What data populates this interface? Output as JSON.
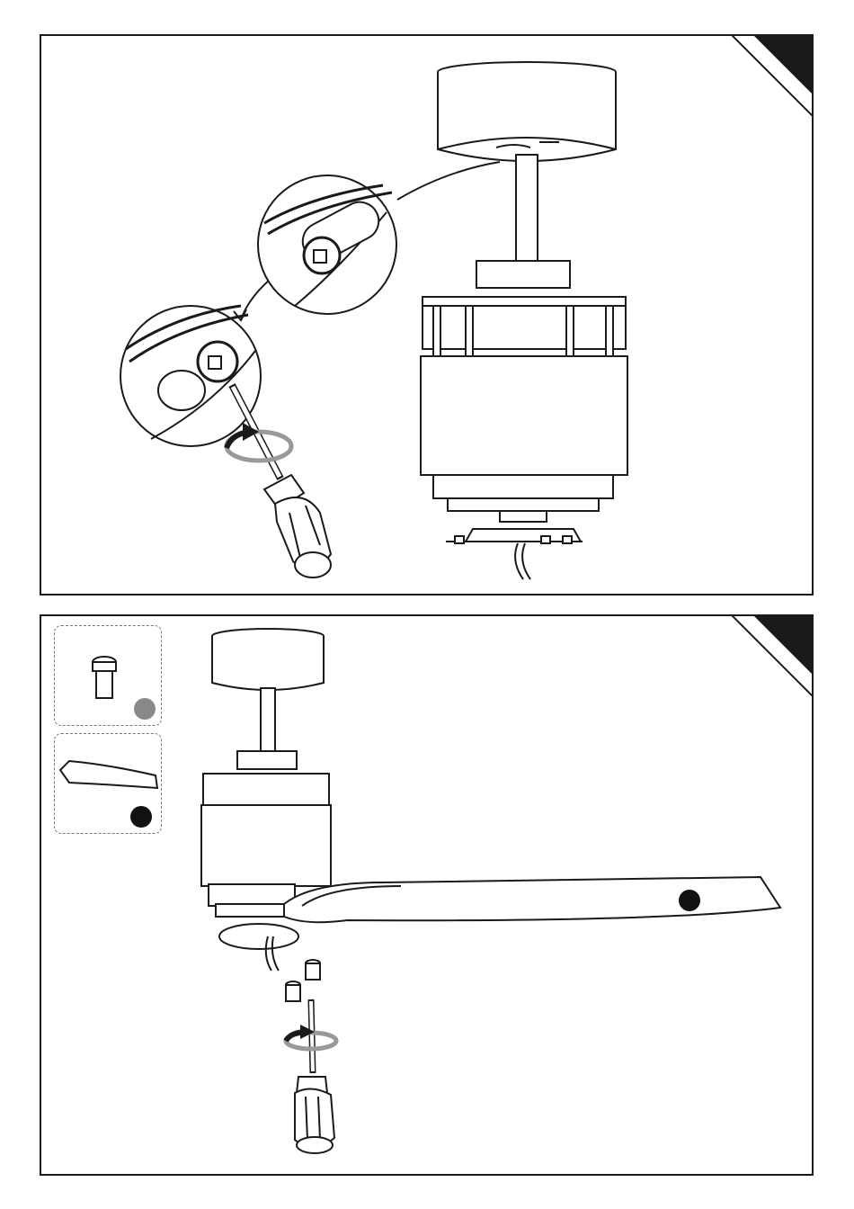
{
  "page": {
    "background": "#ffffff"
  },
  "steps": [
    {
      "id": "step-loosen-canopy-screws",
      "corner_tab_color": "#1a1a1a"
    },
    {
      "id": "step-attach-blades",
      "corner_tab_color": "#1a1a1a",
      "parts": [
        {
          "name": "blade-screw",
          "marker_color": "#888888"
        },
        {
          "name": "fan-blade",
          "marker_color": "#111111"
        }
      ]
    }
  ],
  "icons": [
    "screwdriver-icon",
    "rotate-arrow-icon",
    "magnifier-callout-icon",
    "screw-icon",
    "blade-icon"
  ],
  "colors": {
    "line": "#1a1a1a",
    "part_marker_gray": "#888888",
    "part_marker_black": "#111111"
  }
}
